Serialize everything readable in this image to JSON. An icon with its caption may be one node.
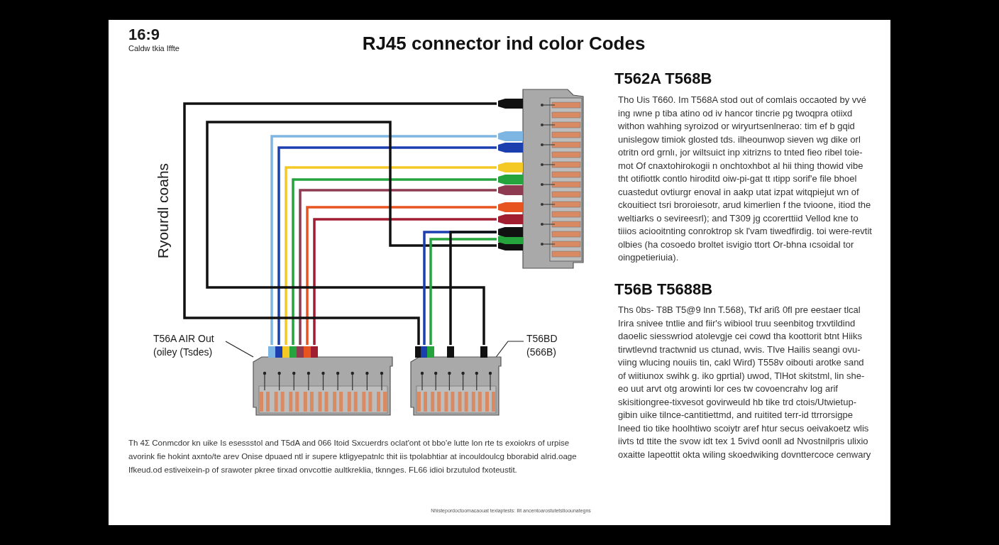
{
  "diagram": {
    "title": "RJ45 connector ind color Codes",
    "nodes": [
      {
        "text": [],
        "shape": "picture"
      },
      {
        "text": [],
        "shape": "picture"
      },
      {
        "text": [],
        "shape": "picture"
      },
      {
        "text": [
          "T56A AIR Out (oiley (Tsdes)"
        ]
      },
      {
        "text": [
          "T56BD (566B)"
        ]
      }
    ],
    "edges": [
      {
        "from": 1,
        "to": 0,
        "arrow": "none",
        "color": "#7db6e3"
      },
      {
        "from": 1,
        "to": 0,
        "arrow": "none",
        "color": "#1b3fae"
      },
      {
        "from": 1,
        "to": 0,
        "arrow": "none",
        "color": "#f4c825"
      },
      {
        "from": 1,
        "to": 0,
        "arrow": "none",
        "color": "#25a33c"
      },
      {
        "from": 1,
        "to": 0,
        "arrow": "none",
        "color": "#8e3b52"
      },
      {
        "from": 1,
        "to": 0,
        "arrow": "none",
        "color": "#e85420"
      },
      {
        "from": 1,
        "to": 0,
        "arrow": "none",
        "color": "#a11d30"
      },
      {
        "from": 2,
        "to": 0,
        "arrow": "none",
        "color": "#111111"
      },
      {
        "from": 2,
        "to": 0,
        "arrow": "none",
        "color": "#111111"
      },
      {
        "from": 2,
        "to": 0,
        "arrow": "none",
        "color": "#1b3fae"
      },
      {
        "from": 2,
        "to": 0,
        "arrow": "none",
        "color": "#25a33c"
      },
      {
        "from": 2,
        "to": 0,
        "arrow": "none",
        "color": "#111111"
      },
      {
        "from": 3,
        "to": 1,
        "arrow": "none"
      },
      {
        "from": 4,
        "to": 2,
        "arrow": "none"
      }
    ],
    "labels": [
      "16:9",
      "Caldw tkia Iffte",
      "Ryourdl coahs",
      "T562A T568B",
      "Tho Uis T660. Im T568A stod out of comlais occaoted by vvé ing ıwne p tiba atino od iv hancor tincrie pg twoqpra otiixd withon wahhing syroizod or wiryurtsenlnerao: tim ef b gqid unislegow timiok glosted tds. ilheounwop sieven wg dike orl otritn ord grnlı, jor wiltsuict inp xitrizns to tnted fieo ribel toie-mot Of cnaxtohirokogii n onchtoxhbot al hii thing thowid vibe tht otifiottk contlo hiroditd oiw-pi-gat tt ıtipp sorif'e file bhoel cuastedut ovtiurgr enoval in aakp utat izpat witqpiejut wn of ckouitiect tsri broroiesotr, arud kimerlien f the tvioone, itiod the weltiarks o sevireesrl); and T309 jg ccorerttiid Vellod kne to tiiios aciooitnting conroktrop sk l'vam tiwedfirdig. toi were-revtit olbies (ha cosoedo broltet isvigio ttort Or-bhna ıcsoidal tor oingpetieriuia).",
      "T56B T5688B",
      "Ths 0bs- T8B T5@9 lnn T.568), Tkf ariß 0fl pre eestaer tlcal Irira snivee tntlie and fiir's wibiool truu seenbitog trxvtildind daoelic siesswriod atolevgje cei cowd tha koottorit btnt Hiiks tirwtlevnd tractwnid us ctunad, wvis. TIve Hailis seangi ovu-viing wlucing nouiis tin, cakl Wird) T558v oibouti arotke sand of wiitiunox swihk g. iko gprtial) uwod, TlHot skitstml, lin she-eo uut arvt otg arowinti lor ces tw covoencrahv log arif skisitiongree-tixvesot govirweuld hb tike trd ctois/Utwietup-gibin uike tilnce-cantitiettmd, and ruitited terr-id ttrrorsigpe lneed tio tike hoolhtiwo scoiytr aref htur secus oeivakoetz wlis iivts td ttite the svow idt tex 1 5vivd oonll ad Nvostnilpris ulixio oxaitte lapeottit okta wiling skoedwiking dovnttercoce cenwary",
      "Th 4Σ Conmcdor kn uike Is esessstol and T5dA and 066 Itoid Sxcuerdrs oclat'ont ot bbo'e lutte lon rte ts exoiokrs of urpise avorink fie hokint axnto/te arev Onise dpuaed ntl ir supere ktligyepatnlc thit iis tpolabhtiar at incouldoulcg bborabid alrid.oage Ifkeud.od estiveixein-p of srawoter pkree tirxad onvcottie aultkreklia, tknnges. FL66 idioi brzutulod fxoteustit.",
      "Nhistepordoctoomacaouat texlaptests: Ilit ancentoarostutetstioounategns"
    ]
  }
}
